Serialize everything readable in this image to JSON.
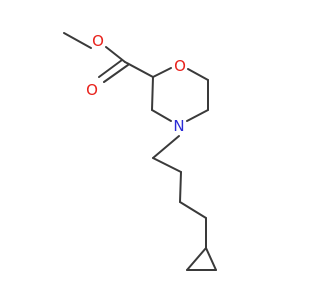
{
  "molecule": {
    "colors": {
      "bond": "#3a3a3a",
      "oxygen": "#e8211b",
      "nitrogen": "#2b2bd6",
      "background": "#ffffff"
    },
    "atoms": {
      "methyl_ester_oxygen": "O",
      "carbonyl_oxygen": "O",
      "ring_oxygen": "O",
      "ring_nitrogen": "N"
    }
  }
}
